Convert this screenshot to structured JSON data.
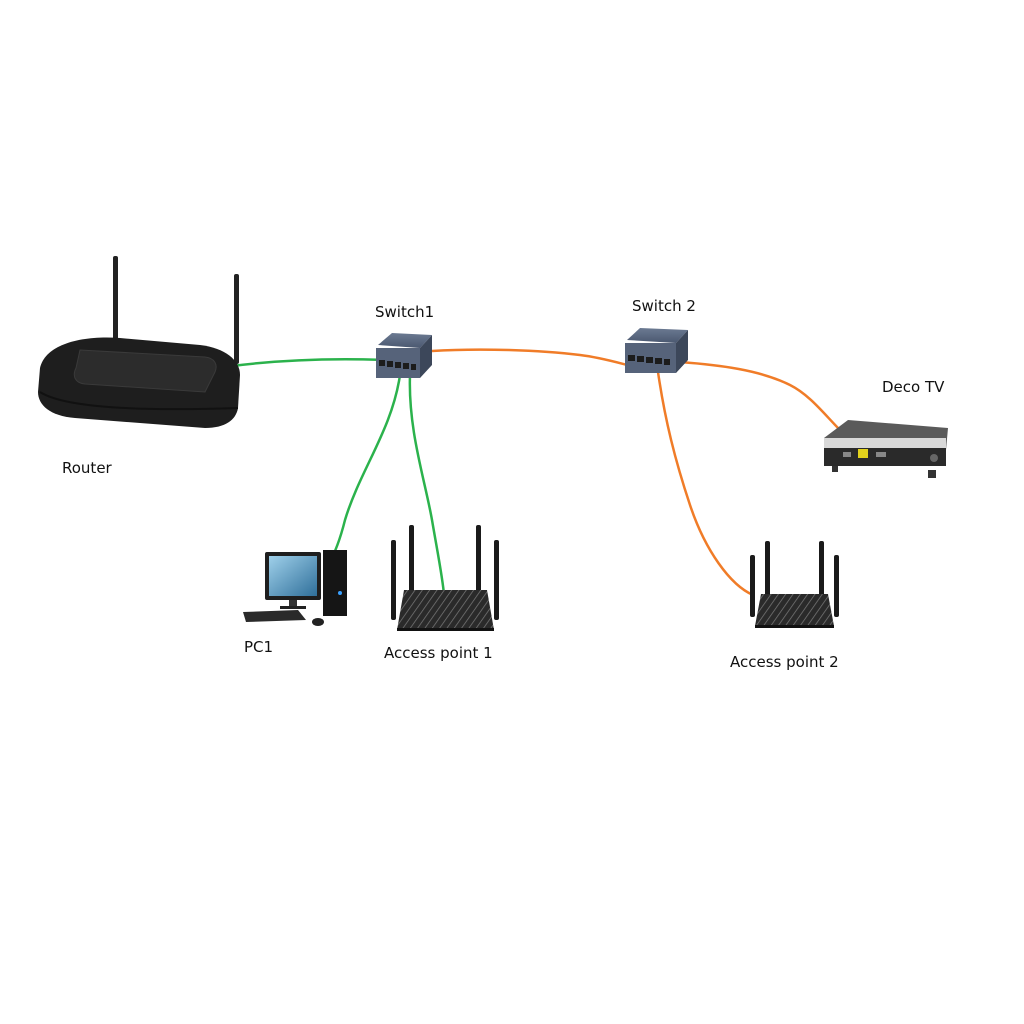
{
  "diagram": {
    "type": "network-topology",
    "nodes": [
      {
        "id": "router",
        "label": "Router",
        "kind": "wireless-router"
      },
      {
        "id": "switch1",
        "label": "Switch1",
        "kind": "network-switch"
      },
      {
        "id": "switch2",
        "label": "Switch 2",
        "kind": "network-switch"
      },
      {
        "id": "deco",
        "label": "Deco TV",
        "kind": "set-top-box"
      },
      {
        "id": "pc1",
        "label": "PC1",
        "kind": "desktop-computer"
      },
      {
        "id": "ap1",
        "label": "Access point 1",
        "kind": "access-point"
      },
      {
        "id": "ap2",
        "label": "Access point 2",
        "kind": "access-point"
      }
    ],
    "links": [
      {
        "from": "router",
        "to": "switch1",
        "color": "#2bb24c"
      },
      {
        "from": "switch1",
        "to": "pc1",
        "color": "#2bb24c"
      },
      {
        "from": "switch1",
        "to": "ap1",
        "color": "#2bb24c"
      },
      {
        "from": "switch1",
        "to": "switch2",
        "color": "#f07c28"
      },
      {
        "from": "switch2",
        "to": "deco",
        "color": "#f07c28"
      },
      {
        "from": "switch2",
        "to": "ap2",
        "color": "#f07c28"
      }
    ]
  }
}
